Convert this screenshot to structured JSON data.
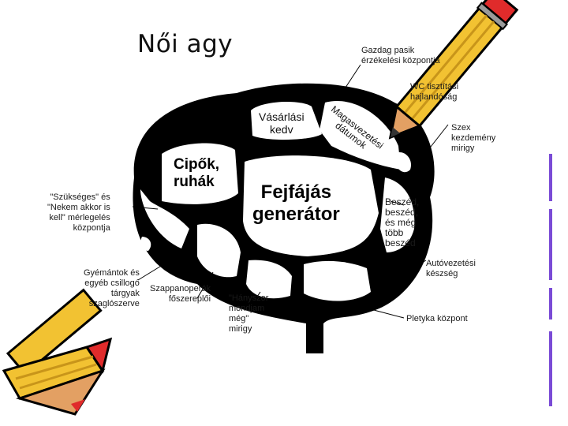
{
  "title": "Női agy",
  "regions": {
    "shopping": "Vásárlási\nkedv",
    "shoes": "Cipők,\nruhák",
    "headache": "Fejfájás\ngenerátor",
    "anniversary": "Magasvezetési\ndátumok"
  },
  "labels": {
    "gazdag": "Gazdag pasik\nérzékelési központja",
    "wc": "WC tisztítási\nhajlandóság",
    "szex": "Szex\nkezdemény\nmirigy",
    "szukseges": "\"Szükséges\" és\n\"Nekem akkor is\nkell\" mérlegelés\nközpontja",
    "beszed": "Beszéd,\nbeszéd,\nés még\ntöbb\nbeszéd",
    "autovezetesi": "Autóvezetési\nkészség",
    "gyemantok": "Gyémántok és\negyéb csillogó\ntárgyak\nszaglószerve",
    "szappan": "Szappanoperák\nfőszereplői",
    "hanyszor": "\"Hányszor\nmondjam\nmég\"\nmirigy",
    "pletyka": "Pletyka központ"
  },
  "colors": {
    "outline": "#000000",
    "pencil_body": "#f2c232",
    "pencil_tip": "#e3a063",
    "eraser": "#e02b2b",
    "stripe": "#7a4bd6"
  },
  "decorations": [
    "pencil-top-right",
    "pencil-bottom-left",
    "purple-stripe"
  ]
}
